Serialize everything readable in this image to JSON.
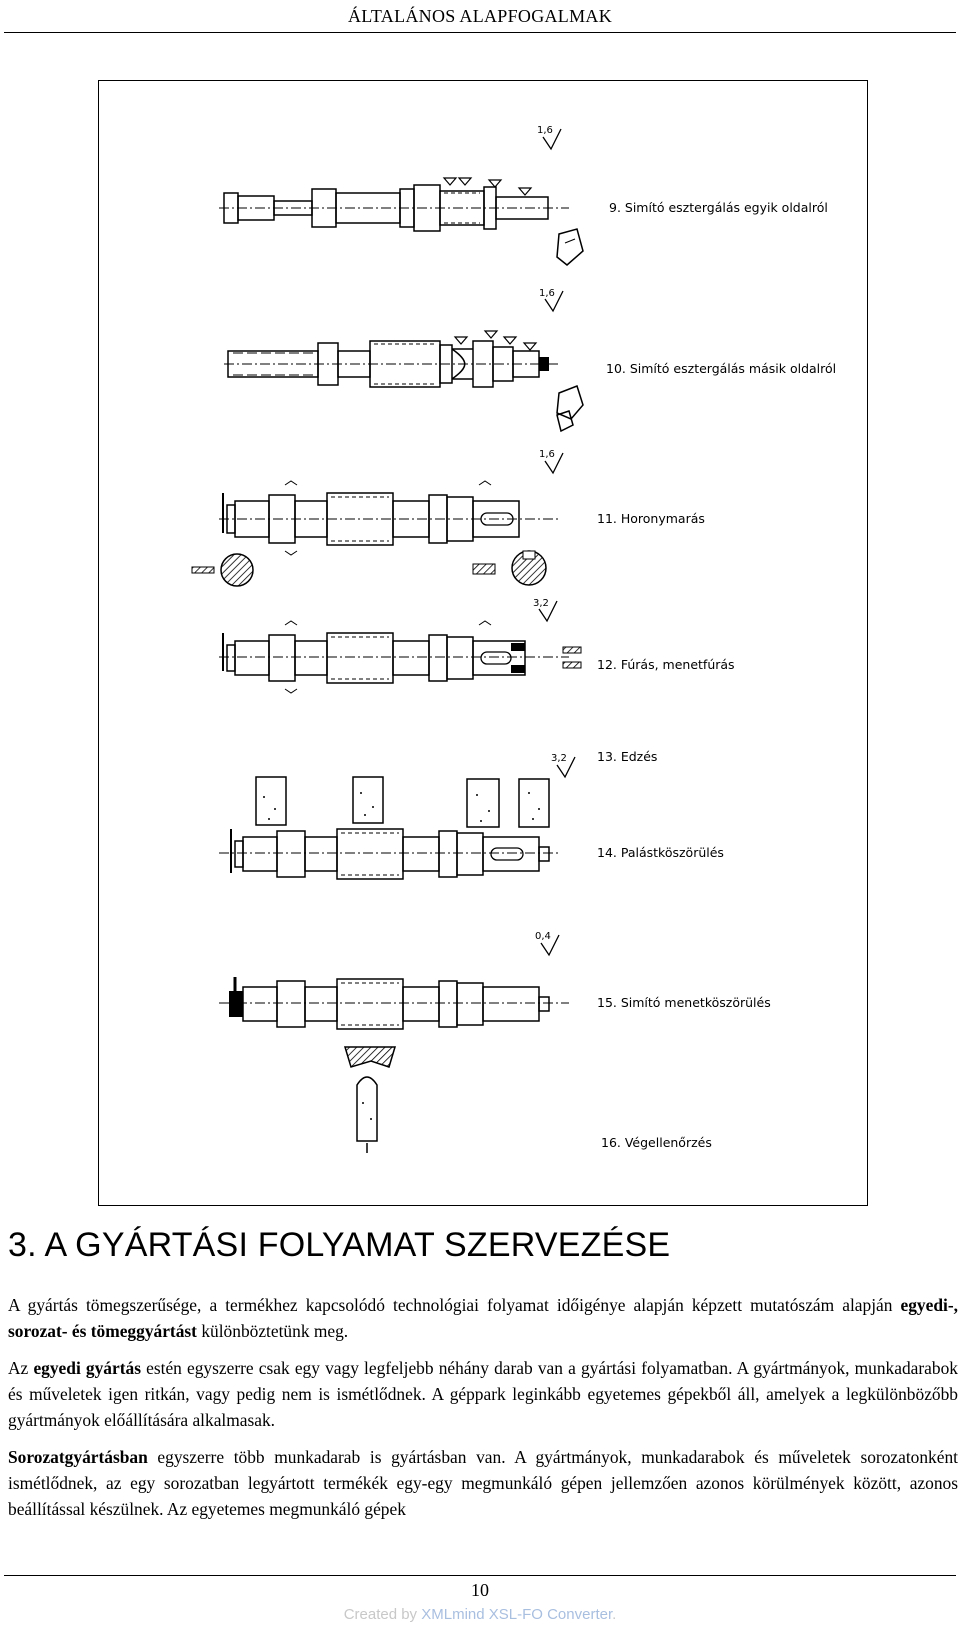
{
  "header": {
    "title": "ÁLTALÁNOS ALAPFOGALMAK"
  },
  "figure": {
    "steps": [
      {
        "label": "9. Simító esztergálás egyik oldalról",
        "roughness": "1,6"
      },
      {
        "label": "10. Simító esztergálás másik oldalról",
        "roughness": "1,6"
      },
      {
        "label": "11. Horonymarás",
        "roughness": "1,6"
      },
      {
        "label": "12. Fúrás, menetfúrás",
        "roughness": "3,2"
      },
      {
        "label": "13. Edzés",
        "roughness": "3,2"
      },
      {
        "label": "14. Palástköszörülés",
        "roughness": ""
      },
      {
        "label": "15. Simító menetköszörülés",
        "roughness": "0,4"
      },
      {
        "label": "16. Végellenőrzés",
        "roughness": ""
      }
    ]
  },
  "section": {
    "heading": "3. A GYÁRTÁSI FOLYAMAT SZERVEZÉSE"
  },
  "paragraphs": {
    "p1": {
      "a": "A gyártás tömegszerűsége, a termékhez kapcsolódó technológiai folyamat időigénye alapján képzett mutatószám alapján ",
      "b": "egyedi-, sorozat- és tömeggyártást",
      "c": " különböztetünk meg."
    },
    "p2": {
      "a": "Az ",
      "b": "egyedi gyártás",
      "c": " estén egyszerre csak egy vagy legfeljebb néhány darab van a gyártási folyamatban. A gyártmányok, munkadarabok és műveletek igen ritkán, vagy pedig nem is ismétlődnek. A géppark leginkább egyetemes gépekből áll, amelyek a legkülönbözőbb gyártmányok előállítására alkalmasak."
    },
    "p3": {
      "b": "Sorozatgyártásban",
      "c": " egyszerre több munkadarab is gyártásban van. A gyártmányok, munkadarabok és műveletek sorozatonként ismétlődnek, az egy sorozatban legyártott termékék egy-egy megmunkáló gépen jellemzően azonos körülmények között, azonos beállítással készülnek. Az egyetemes megmunkáló gépek"
    }
  },
  "footer": {
    "page_number": "10",
    "credit_prefix": "Created by ",
    "credit_link": "XMLmind XSL-FO Converter",
    "credit_suffix": "."
  }
}
